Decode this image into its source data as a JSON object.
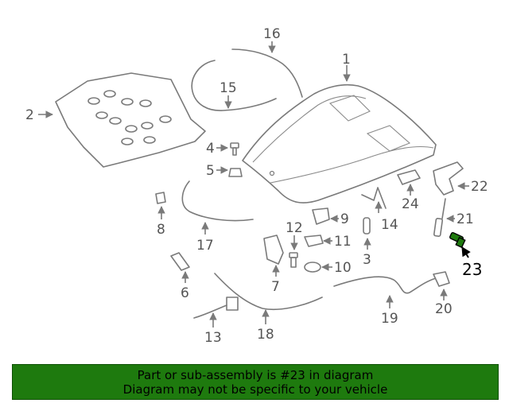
{
  "diagram": {
    "highlighted_part": "23",
    "highlight_color": "#1e7a0e",
    "callouts": [
      "1",
      "2",
      "3",
      "4",
      "5",
      "6",
      "7",
      "8",
      "9",
      "10",
      "11",
      "12",
      "13",
      "14",
      "15",
      "16",
      "17",
      "18",
      "19",
      "20",
      "21",
      "22",
      "23",
      "24"
    ]
  },
  "banner": {
    "line1": "Part or sub-assembly is #23 in diagram",
    "line2": "Diagram may not be specific to your vehicle",
    "background": "#1e7a0e"
  }
}
